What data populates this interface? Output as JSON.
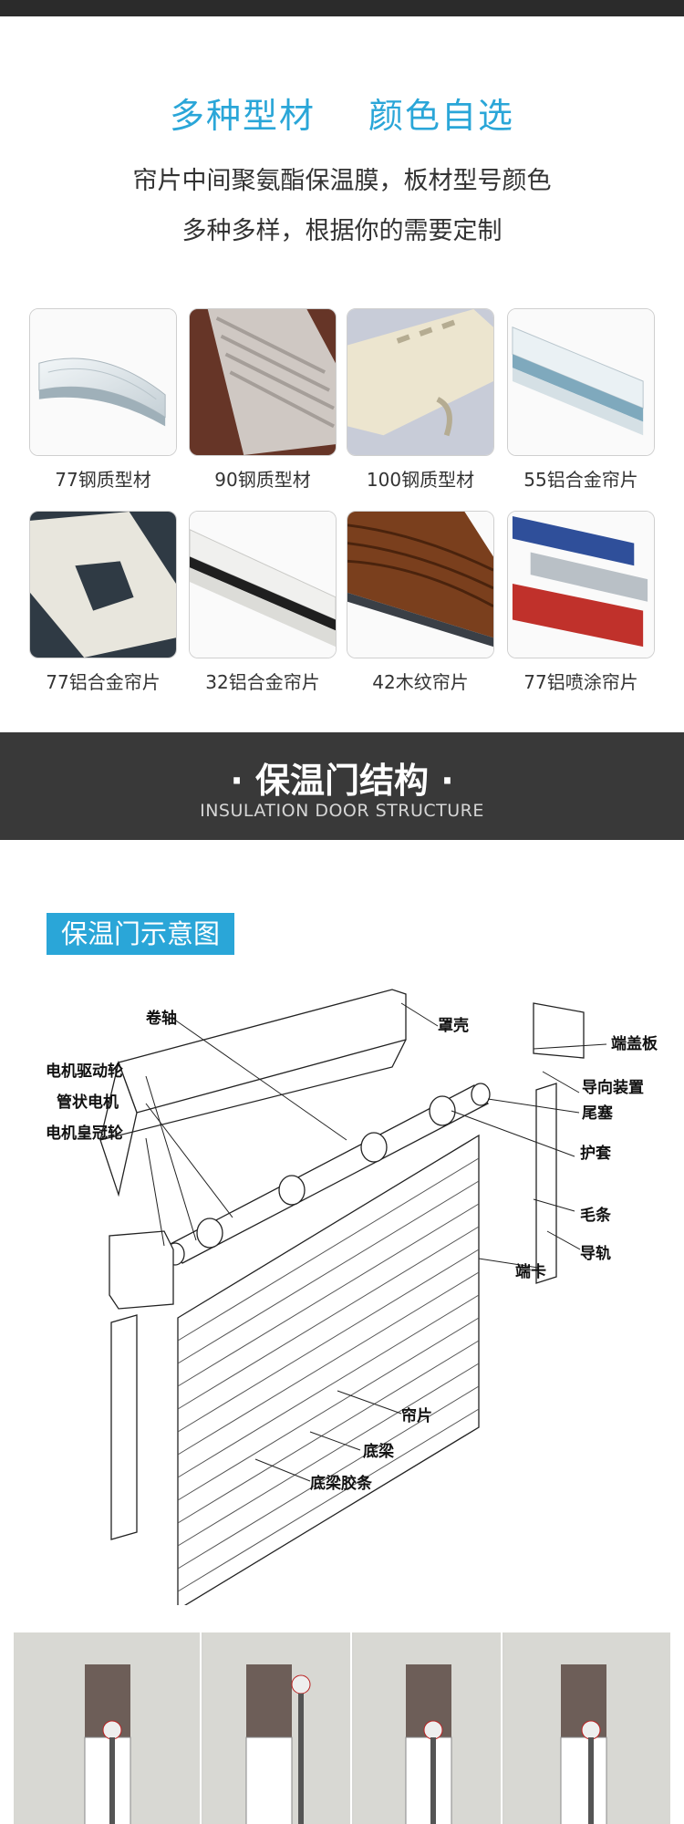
{
  "hero": {
    "headline_left": "多种型材",
    "headline_right": "颜色自选",
    "desc_line1": "帘片中间聚氨酯保温膜，板材型号颜色",
    "desc_line2": "多种多样，根据你的需要定制"
  },
  "materials": [
    {
      "label": "77钢质型材",
      "icon": "white-steel-profile"
    },
    {
      "label": "90钢质型材",
      "icon": "silver-profile-on-wood"
    },
    {
      "label": "100钢质型材",
      "icon": "cream-perforated-profile"
    },
    {
      "label": "55铝合金帘片",
      "icon": "white-alu-slat"
    },
    {
      "label": "77铝合金帘片",
      "icon": "window-cutout-slat"
    },
    {
      "label": "32铝合金帘片",
      "icon": "thin-alu-slat"
    },
    {
      "label": "42木纹帘片",
      "icon": "woodgrain-slat"
    },
    {
      "label": "77铝喷涂帘片",
      "icon": "colored-coated-slats"
    }
  ],
  "section": {
    "title": "· 保温门结构 ·",
    "subtitle": "INSULATION DOOR STRUCTURE"
  },
  "diagram": {
    "label": "保温门示意图",
    "parts": {
      "juanzhou": "卷轴",
      "zhaoke": "罩壳",
      "duangaiban": "端盖板",
      "dianji_qudong": "电机驱动轮",
      "daoxiang": "导向装置",
      "guanzhuang": "管状电机",
      "weisai": "尾塞",
      "dianji_huangguan": "电机皇冠轮",
      "hutao": "护套",
      "maotiao": "毛条",
      "daogui": "导轨",
      "duanka": "端卡",
      "lianpian": "帘片",
      "diliang": "底梁",
      "diliang_jiaotiao": "底梁胶条"
    }
  },
  "colors": {
    "accent": "#2aa6d8",
    "band": "#393939"
  }
}
